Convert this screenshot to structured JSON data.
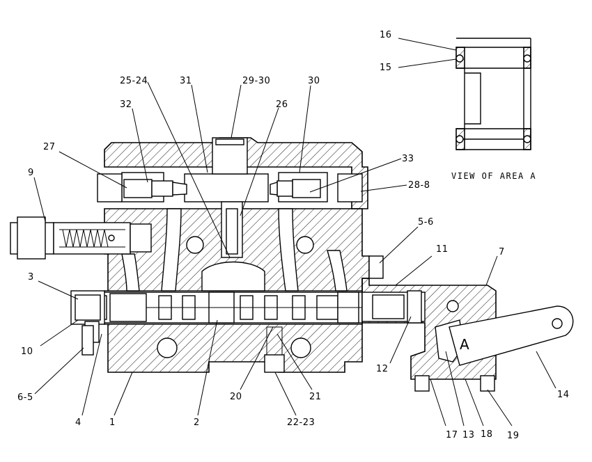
{
  "callouts": {
    "c16": "16",
    "c15": "15",
    "c25_24": "25-24",
    "c31": "31",
    "c29_30": "29-30",
    "c30": "30",
    "c32": "32",
    "c26": "26",
    "c27": "27",
    "c33": "33",
    "c9": "9",
    "c28_8": "28-8",
    "c5_6": "5-6",
    "c11": "11",
    "c7": "7",
    "c3": "3",
    "c10": "10",
    "c12": "12",
    "c14": "14",
    "c6_5": "6-5",
    "c20": "20",
    "c21": "21",
    "c4": "4",
    "c1": "1",
    "c2": "2",
    "c22_23": "22-23",
    "c17": "17",
    "c13": "13",
    "c18": "18",
    "c19": "19"
  },
  "detail_view": {
    "caption": "VIEW OF AREA A"
  },
  "area_marker": "A"
}
